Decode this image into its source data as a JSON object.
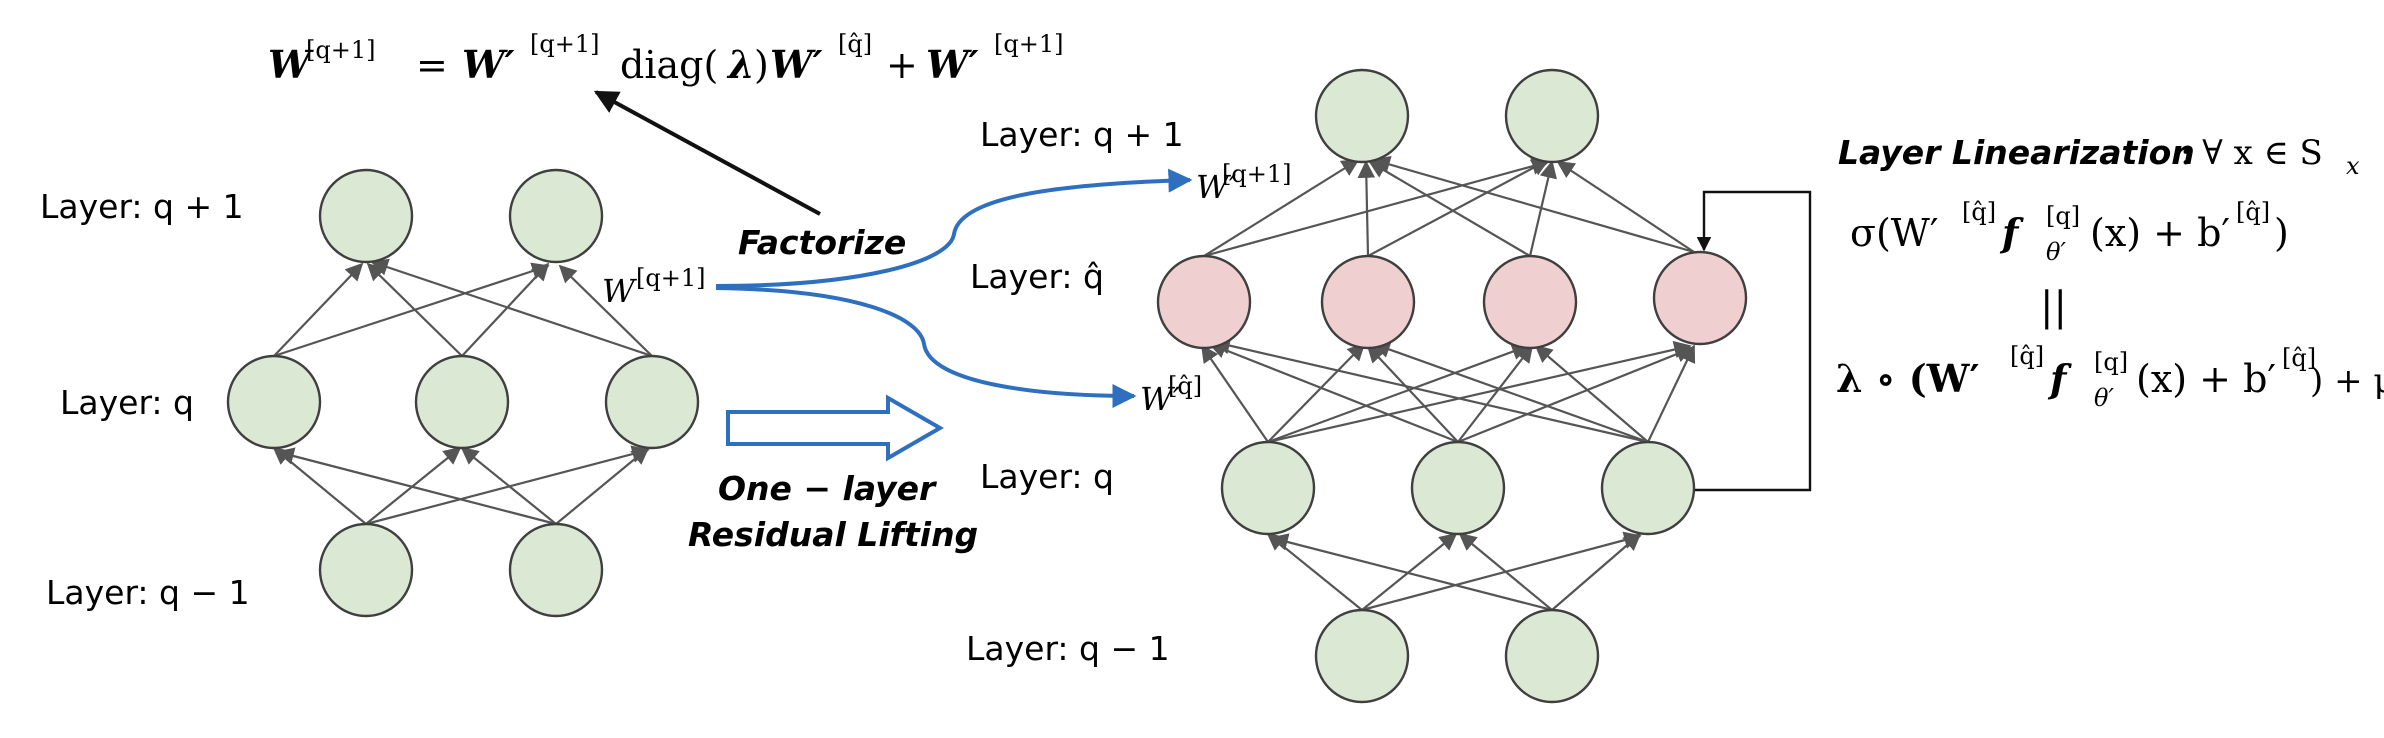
{
  "formula": {
    "lhs": "W",
    "lhs_sup": "[q+1]",
    "eq": "=",
    "w1": "W′",
    "w1_sup": "[q+1]",
    "diag": "diag(",
    "lambda": "λ",
    "diag_close": ")",
    "w2": "W′",
    "w2_sup": "[q̂]",
    "plus": "+",
    "w3": "W′",
    "w3_sup": "[q+1]"
  },
  "left_network": {
    "label_top": "Layer: q + 1",
    "label_mid": "Layer: q",
    "label_bot": "Layer: q − 1",
    "weight_label": "W",
    "weight_label_sup": "[q+1]"
  },
  "factorize": "Factorize",
  "lifting": {
    "line1": "One − layer",
    "line2": "Residual Lifting"
  },
  "right_network": {
    "label_top": "Layer: q + 1",
    "label_hat": "Layer: q̂",
    "label_mid": "Layer: q",
    "label_bot": "Layer: q − 1",
    "w_top": "W′",
    "w_top_sup": "[q+1]",
    "w_hat": "W′",
    "w_hat_sup": "[q̂]"
  },
  "linearization": {
    "title": "Layer  Linearization",
    "cond": ": ∀ x ∈ S",
    "cond_sub": "x",
    "line1": "σ(W′",
    "line1_sup": "[q̂]",
    "line1_f": " f",
    "line1_f_sup": "[q]",
    "line1_f_sub": "θ′",
    "line1_rest": "(x) + b′",
    "line1_b_sup": "[q̂]",
    "line1_close": ")",
    "equals": "||",
    "line2_a": "λ ∘ (W′",
    "line2_sup": "[q̂]",
    "line2_f": " f",
    "line2_f_sup": "[q]",
    "line2_f_sub": "θ′",
    "line2_rest": "(x) + b′",
    "line2_b_sup": "[q̂]",
    "line2_close": ") + μ"
  },
  "colors": {
    "node_green": "#dbe8d3",
    "node_pink": "#efcfcf",
    "curve_blue": "#2e6fc0",
    "edge_gray": "#555555"
  }
}
